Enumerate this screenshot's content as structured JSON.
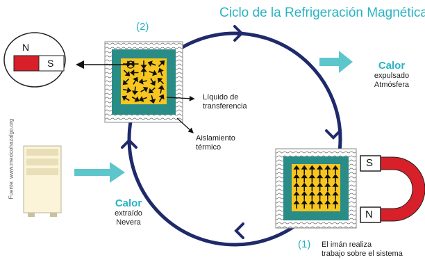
{
  "title": "Ciclo de la Refrigeración Magnética",
  "stage2_label": "(2)",
  "stage1_label": "(1)",
  "magnet_left": {
    "north": "N",
    "south": "S"
  },
  "magnet_right": {
    "north": "N",
    "south": "S"
  },
  "liquid_label": {
    "line1": "Líquido de",
    "line2": "transferencia"
  },
  "insulation_label": {
    "line1": "Aislamiento",
    "line2": "térmico"
  },
  "heat_out": {
    "title": "Calor",
    "line1": "expulsado",
    "line2": "Atmósfera"
  },
  "heat_in": {
    "title": "Calor",
    "line1": "extraído",
    "line2": "Nevera"
  },
  "work_label": {
    "line1": "El imán realiza",
    "line2": "trabajo sobre el sistema"
  },
  "source": "Fuente: www.mexicohazalgo.org",
  "colors": {
    "accent": "#27b3c2",
    "cycle": "#1f2a6b",
    "core": "#f7c61f",
    "fluid": "#2a8c86",
    "magnet_red": "#d7202a",
    "arrow_cyan": "#5dc6cc"
  }
}
